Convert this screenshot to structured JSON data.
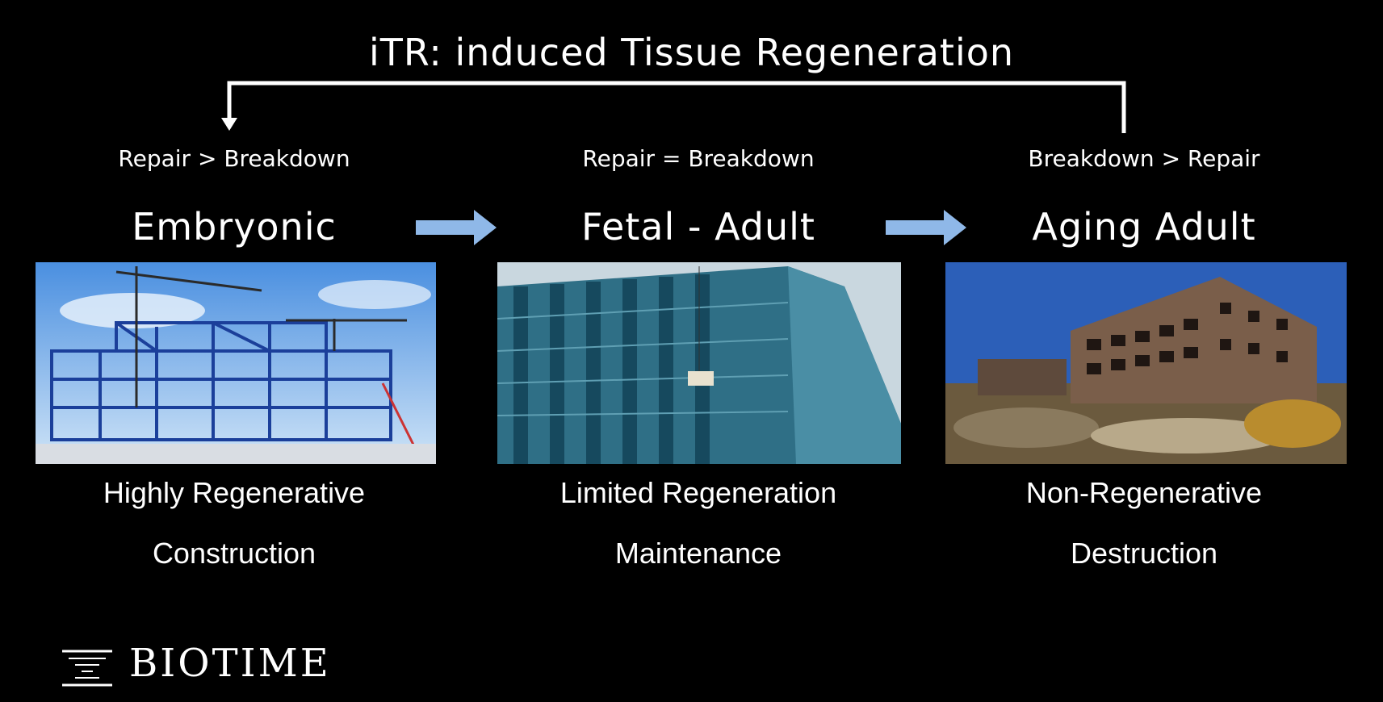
{
  "title": "iTR: induced Tissue Regeneration",
  "stages": [
    {
      "balance": "Repair > Breakdown",
      "name": "Embryonic",
      "description": "Highly Regenerative",
      "role": "Construction",
      "image_icon": "construction-site-image"
    },
    {
      "balance": "Repair = Breakdown",
      "name": "Fetal - Adult",
      "description": "Limited Regeneration",
      "role": "Maintenance",
      "image_icon": "glass-office-building-image"
    },
    {
      "balance": "Breakdown > Repair",
      "name": "Aging Adult",
      "description": "Non-Regenerative",
      "role": "Destruction",
      "image_icon": "abandoned-building-image"
    }
  ],
  "logo": {
    "text": "BIOTIME"
  },
  "colors": {
    "background": "#000000",
    "text": "#ffffff",
    "arrow": "#8fb8e8"
  }
}
